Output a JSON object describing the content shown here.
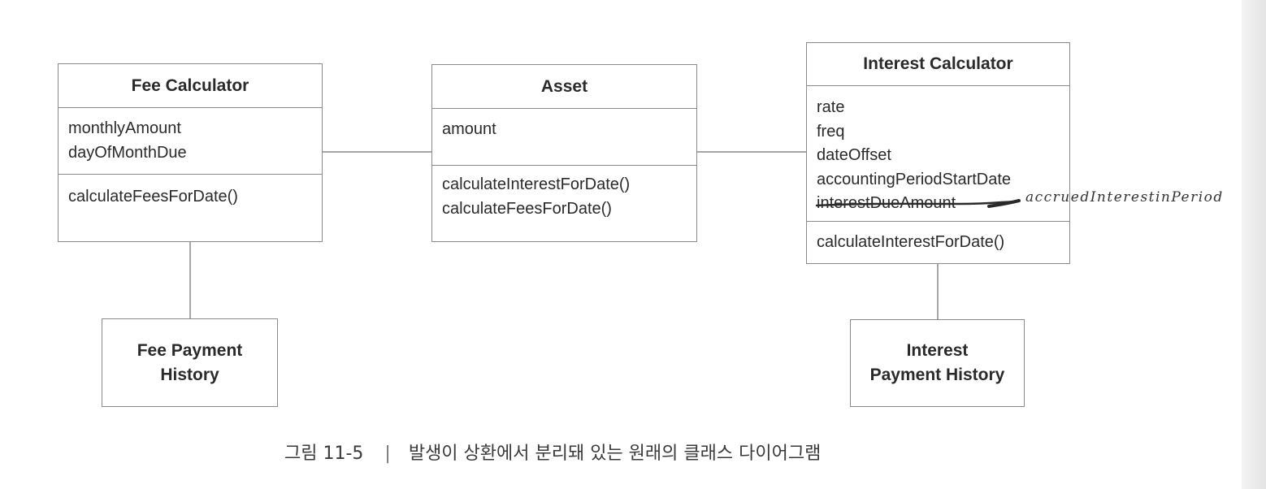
{
  "diagram": {
    "fee_calculator": {
      "title": "Fee Calculator",
      "attributes": [
        "monthlyAmount",
        "dayOfMonthDue"
      ],
      "methods": [
        "calculateFeesForDate()"
      ]
    },
    "asset": {
      "title": "Asset",
      "attributes": [
        "amount"
      ],
      "methods": [
        "calculateInterestForDate()",
        "calculateFeesForDate()"
      ]
    },
    "interest_calculator": {
      "title": "Interest Calculator",
      "attributes": [
        "rate",
        "freq",
        "dateOffset",
        "accountingPeriodStartDate",
        "interestDueAmount"
      ],
      "methods": [
        "calculateInterestForDate()"
      ],
      "handwritten_replacement": "accruedInterestinPeriod"
    },
    "fee_payment_history": {
      "line1": "Fee Payment",
      "line2": "History"
    },
    "interest_payment_history": {
      "line1": "Interest",
      "line2": "Payment History"
    }
  },
  "caption": {
    "label": "그림 11-5",
    "separator": "|",
    "text": "발생이 상환에서 분리돼 있는 원래의 클래스 다이어그램"
  }
}
